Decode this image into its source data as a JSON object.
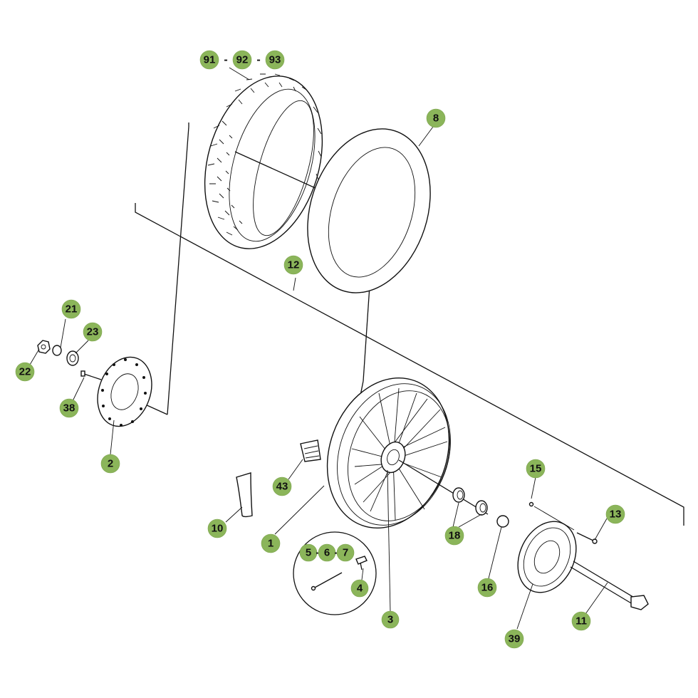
{
  "diagram": {
    "callouts": {
      "c91": "91",
      "c92": "92",
      "c93": "93",
      "c8": "8",
      "c12": "12",
      "c21": "21",
      "c23": "23",
      "c22": "22",
      "c38": "38",
      "c2": "2",
      "c43": "43",
      "c10": "10",
      "c1": "1",
      "c5": "5",
      "c6": "6",
      "c7": "7",
      "c4": "4",
      "c3": "3",
      "c18": "18",
      "c16": "16",
      "c15": "15",
      "c13": "13",
      "c39": "39",
      "c11": "11"
    },
    "separator": "-",
    "badge_color": "#8bb55a"
  }
}
